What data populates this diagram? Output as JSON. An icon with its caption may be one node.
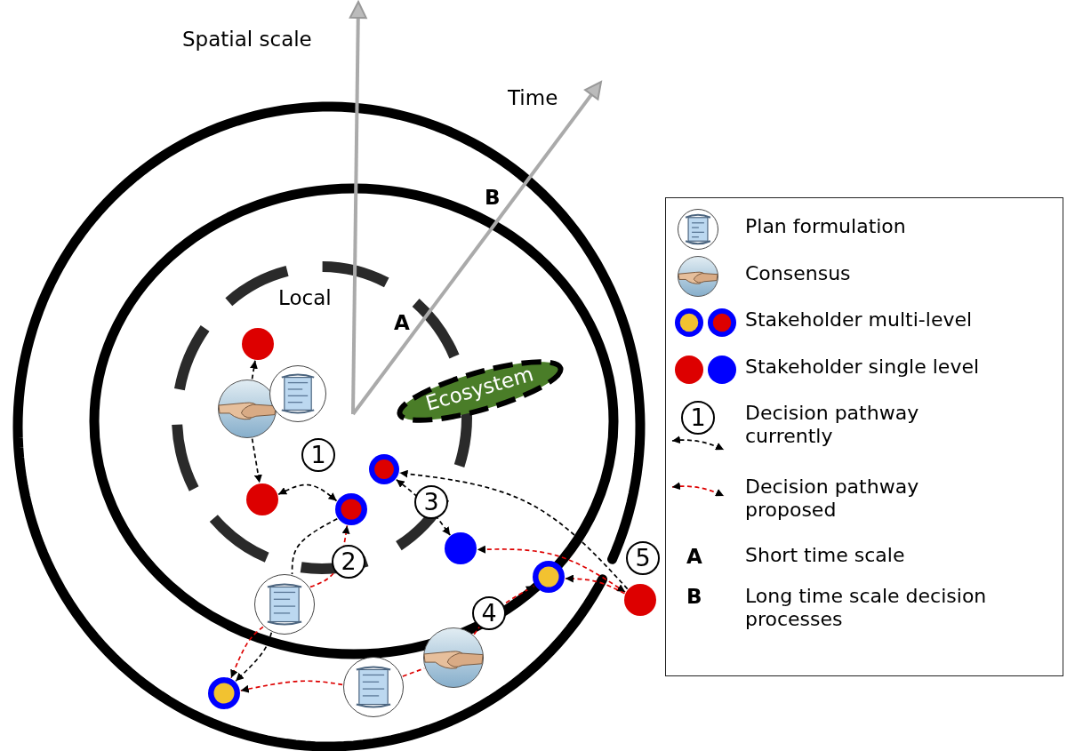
{
  "diagram": {
    "nodes": [
      {
        "text": [
          "Ecosystem"
        ]
      },
      {
        "text": [],
        "shape": "circle"
      },
      {
        "text": [],
        "shape": "picture"
      },
      {
        "text": [],
        "shape": "picture"
      },
      {
        "text": [],
        "shape": "circle"
      },
      {
        "text": [],
        "shape": "circle"
      },
      {
        "text": [],
        "shape": "circle"
      },
      {
        "text": [],
        "shape": "circle"
      },
      {
        "text": [],
        "shape": "picture"
      },
      {
        "text": [],
        "shape": "circle"
      },
      {
        "text": [],
        "shape": "circle"
      },
      {
        "text": [],
        "shape": "picture"
      },
      {
        "text": [],
        "shape": "picture"
      },
      {
        "text": [],
        "shape": "circle"
      }
    ],
    "edges": [
      {
        "from": 2,
        "to": 1,
        "arrow": "to",
        "style": "dashed"
      },
      {
        "from": 2,
        "to": 4,
        "arrow": "to",
        "style": "dashed"
      },
      {
        "from": 4,
        "to": 5,
        "arrow": "both",
        "style": "dashed"
      },
      {
        "from": 5,
        "to": 8,
        "arrow": "none",
        "style": "dashed"
      },
      {
        "from": 8,
        "to": 13,
        "arrow": "to",
        "style": "dashed"
      },
      {
        "from": 8,
        "to": 5,
        "arrow": "to",
        "style": "dashed",
        "color": "#dd0000"
      },
      {
        "from": 8,
        "to": 13,
        "arrow": "to",
        "style": "dashed",
        "color": "#dd0000"
      },
      {
        "from": 6,
        "to": 7,
        "arrow": "both",
        "style": "dashed"
      },
      {
        "from": 10,
        "to": 6,
        "arrow": "to",
        "style": "dashed"
      },
      {
        "from": 10,
        "to": 7,
        "arrow": "both",
        "style": "dashed",
        "color": "#dd0000"
      },
      {
        "from": 10,
        "to": 9,
        "arrow": "to",
        "style": "dashed",
        "color": "#dd0000"
      },
      {
        "from": 11,
        "to": 9,
        "arrow": "to",
        "style": "dashed",
        "color": "#dd0000"
      },
      {
        "from": 12,
        "to": 11,
        "arrow": "none",
        "style": "dashed",
        "color": "#dd0000"
      },
      {
        "from": 12,
        "to": 13,
        "arrow": "to",
        "style": "dashed",
        "color": "#dd0000"
      }
    ],
    "labels": [
      "Spatial scale",
      "Time",
      "B",
      "Local",
      "A",
      "1",
      "2",
      "3",
      "4",
      "5",
      "1",
      "A",
      "B"
    ],
    "legend": [
      {
        "text": "Plan formulation"
      },
      {
        "text": "Consensus"
      },
      {
        "text": "Stakeholder multi-level"
      },
      {
        "text": "Stakeholder single level"
      },
      {
        "text": "Decision pathway currently"
      },
      {
        "text": "Decision pathway proposed"
      },
      {
        "text": "Short time scale"
      },
      {
        "text": "Long time scale decision processes"
      }
    ]
  }
}
